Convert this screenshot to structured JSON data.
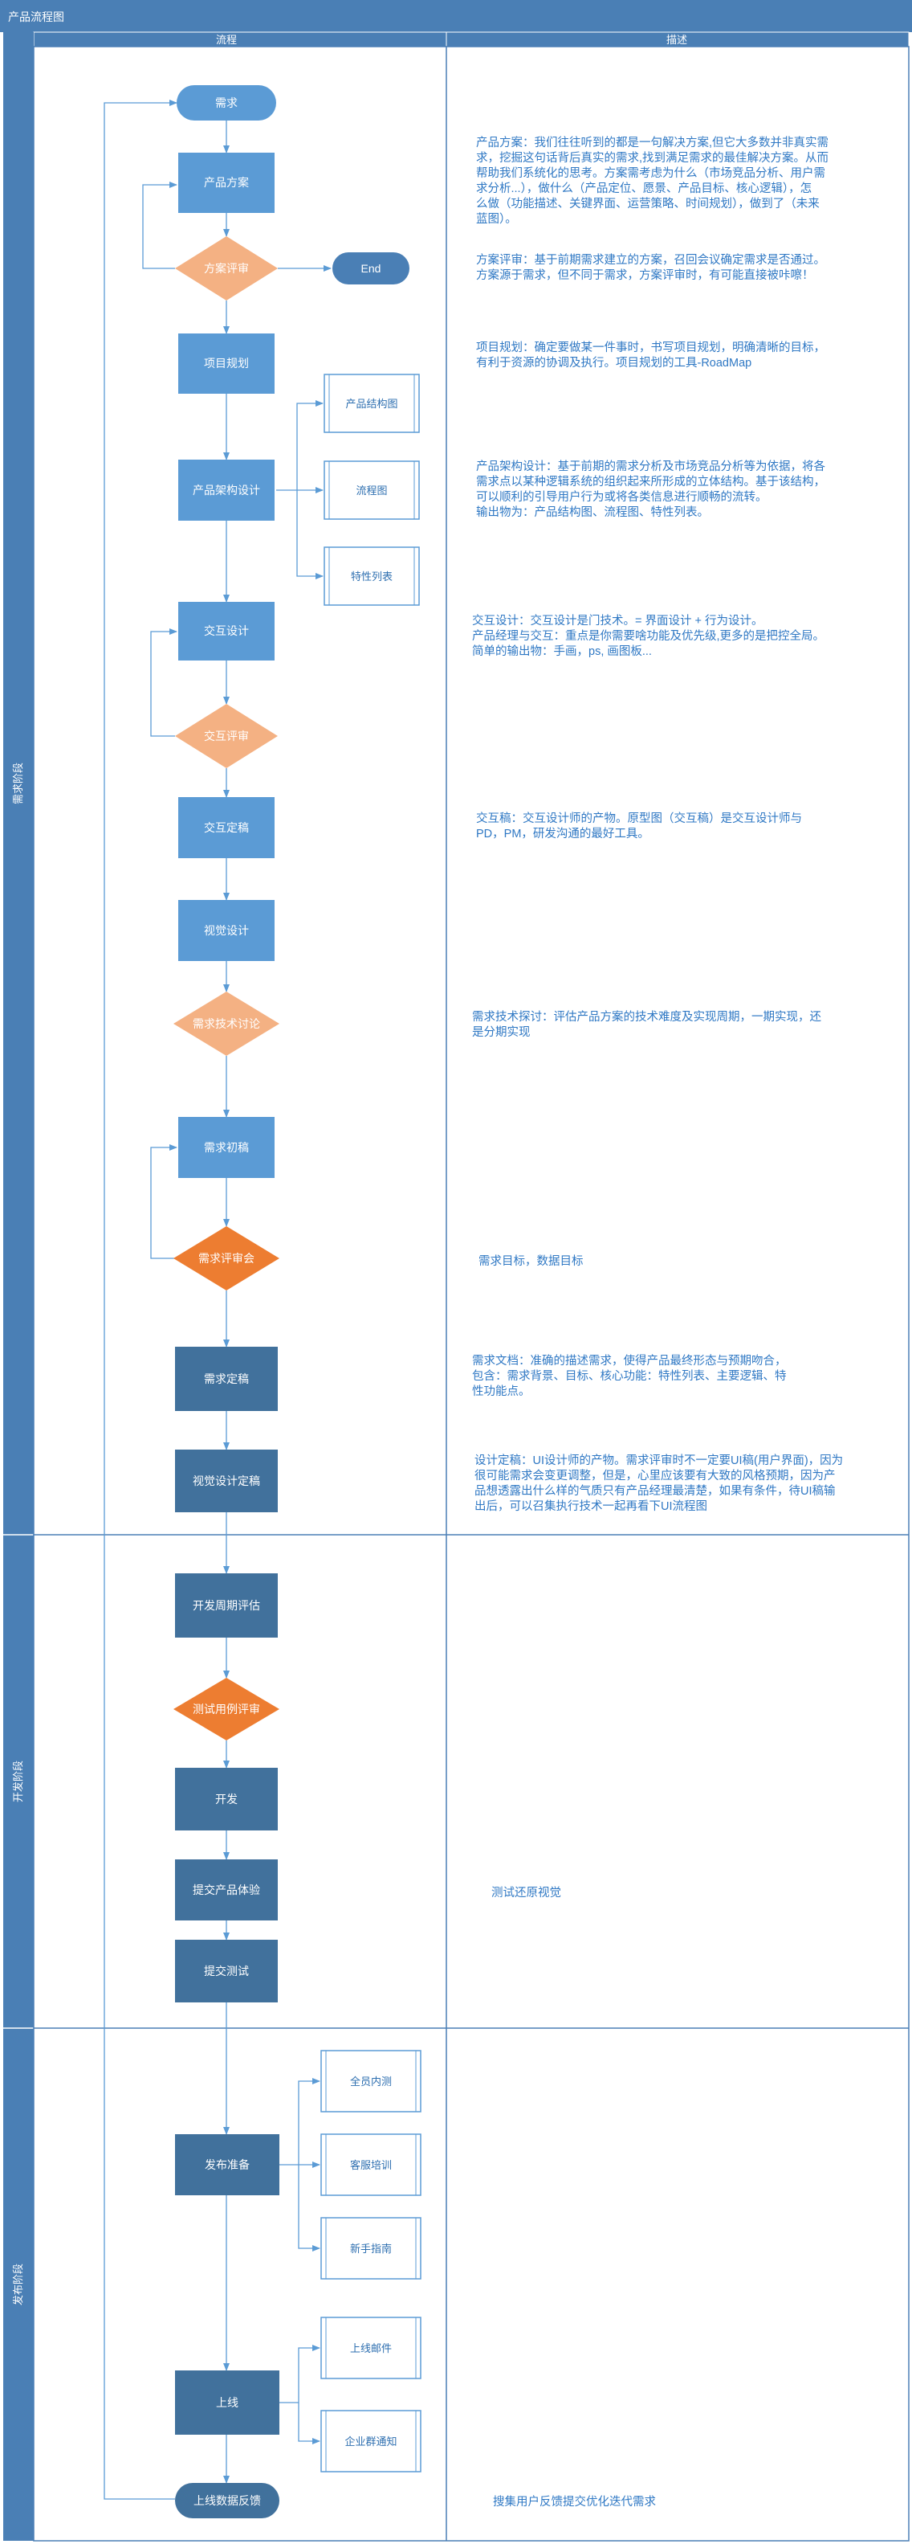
{
  "diagram": {
    "title": "产品流程图",
    "columns": {
      "flow": "流程",
      "desc": "描述"
    },
    "lanes": [
      {
        "id": "req",
        "label": "需求阶段"
      },
      {
        "id": "dev",
        "label": "开发阶段"
      },
      {
        "id": "rel",
        "label": "发布阶段"
      }
    ],
    "nodes": {
      "start": "需求",
      "plan": "产品方案",
      "plan_review": "方案评审",
      "end": "End",
      "project": "项目规划",
      "arch": "产品架构设计",
      "arch_sub1": "产品结构图",
      "arch_sub2": "流程图",
      "arch_sub3": "特性列表",
      "ixd": "交互设计",
      "ixd_review": "交互评审",
      "ixd_final": "交互定稿",
      "visual": "视觉设计",
      "tech_review": "需求技术讨论",
      "req_draft": "需求初稿",
      "req_meeting": "需求评审会",
      "req_final": "需求定稿",
      "visual_final": "视觉设计定稿",
      "dev_estimate": "开发周期评估",
      "test_review": "测试用例评审",
      "develop": "开发",
      "submit_exp": "提交产品体验",
      "submit_test": "提交测试",
      "release_prep": "发布准备",
      "rel_sub1": "全员内测",
      "rel_sub2": "客服培训",
      "rel_sub3": "新手指南",
      "launch": "上线",
      "launch_sub1": "上线邮件",
      "launch_sub2": "企业群通知",
      "feedback": "上线数据反馈"
    },
    "descriptions": [
      [
        "产品方案：我们往往听到的都是一句解决方案,但它大多数并非真实需",
        "求，挖掘这句话背后真实的需求,找到满足需求的最佳解决方案。从而",
        "帮助我们系统化的思考。方案需考虑为什么（市场竞品分析、用户需",
        "求分析...），做什么（产品定位、愿景、产品目标、核心逻辑），怎",
        "么做（功能描述、关键界面、运营策略、时间规划），做到了（未来",
        "蓝图）。"
      ],
      [
        "方案评审：基于前期需求建立的方案，召回会议确定需求是否通过。",
        "方案源于需求，但不同于需求，方案评审时，有可能直接被咔嚓！"
      ],
      [
        "项目规划：确定要做某一件事时，书写项目规划，明确清晰的目标，",
        "有利于资源的协调及执行。项目规划的工具-RoadMap"
      ],
      [
        "产品架构设计：基于前期的需求分析及市场竞品分析等为依据，将各",
        "需求点以某种逻辑系统的组织起来所形成的立体结构。基于该结构，",
        "可以顺利的引导用户行为或将各类信息进行顺畅的流转。",
        "输出物为：产品结构图、流程图、特性列表。"
      ],
      [
        "交互设计：交互设计是门技术。= 界面设计 + 行为设计。",
        "产品经理与交互：重点是你需要啥功能及优先级,更多的是把控全局。",
        "简单的输出物：手画，ps, 画图板..."
      ],
      [
        "交互稿：交互设计师的产物。原型图（交互稿）是交互设计师与",
        "PD，PM，研发沟通的最好工具。"
      ],
      [
        "需求技术探讨：评估产品方案的技术难度及实现周期，一期实现，还",
        "是分期实现"
      ],
      [
        "需求目标，数据目标"
      ],
      [
        "需求文档：准确的描述需求，使得产品最终形态与预期吻合，",
        "包含：需求背景、目标、核心功能：特性列表、主要逻辑、特",
        "性功能点。"
      ],
      [
        "设计定稿：UI设计师的产物。需求评审时不一定要UI稿(用户界面)，因为",
        "很可能需求会变更调整，但是，心里应该要有大致的风格预期，因为产",
        "品想透露出什么样的气质只有产品经理最清楚，如果有条件，待UI稿输",
        "出后，可以召集执行技术一起再看下UI流程图"
      ],
      [
        "测试还原视觉"
      ],
      [
        "搜集用户反馈提交优化迭代需求"
      ]
    ]
  }
}
